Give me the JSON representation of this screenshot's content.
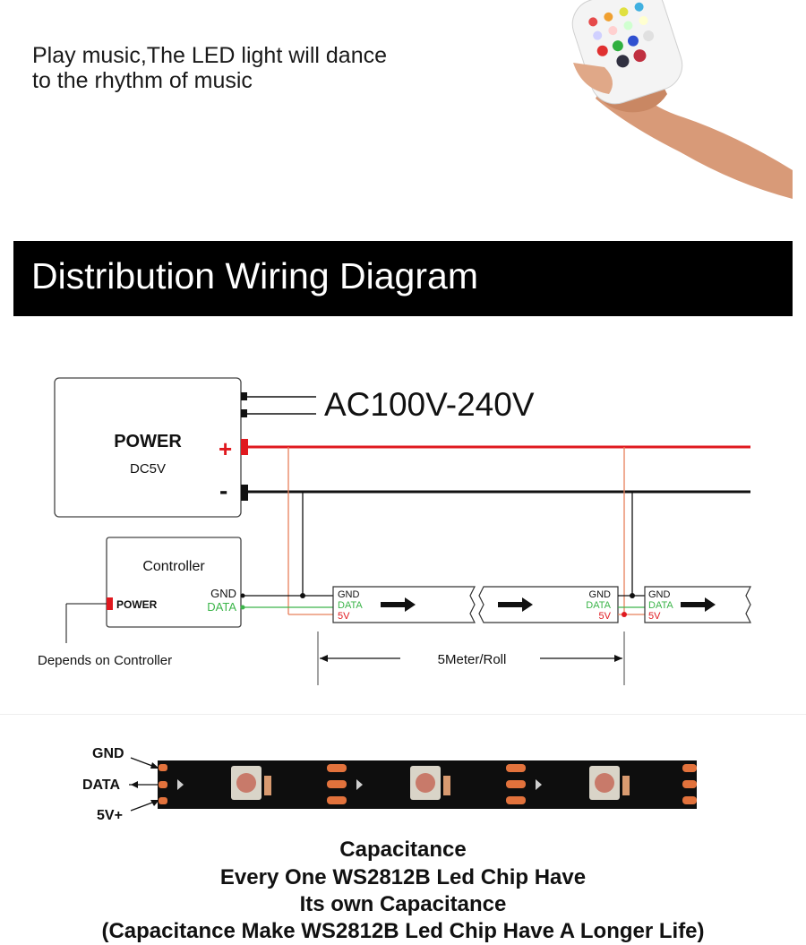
{
  "intro": {
    "line1": "Play music,The LED light will dance",
    "line2": "to the rhythm of music"
  },
  "banner": {
    "title": "Distribution Wiring Diagram"
  },
  "diagram": {
    "ac_label": "AC100V-240V",
    "power_title": "POWER",
    "power_sub": "DC5V",
    "plus": "+",
    "minus": "-",
    "controller_title": "Controller",
    "controller_power": "POWER",
    "controller_gnd": "GND",
    "controller_data": "DATA",
    "depends": "Depends on Controller",
    "strip_gnd": "GND",
    "strip_data": "DATA",
    "strip_5v": "5V",
    "roll_label": "5Meter/Roll"
  },
  "strip_photo": {
    "gnd": "GND",
    "data": "DATA",
    "v5": "5V+"
  },
  "caption": {
    "line1": "Capacitance",
    "line2": "Every One WS2812B Led Chip Have",
    "line3": "Its own Capacitance",
    "line4": "(Capacitance Make WS2812B Led Chip Have A Longer Life)"
  },
  "colors": {
    "red_wire": "#e0191f",
    "green_wire": "#3cb54a",
    "orange_wire": "#e8805a",
    "pad_copper": "#e2723c",
    "banner_bg": "#000000"
  }
}
